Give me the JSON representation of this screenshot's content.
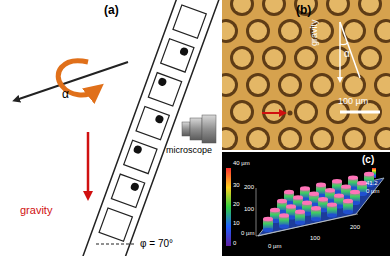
{
  "diagram": {
    "labels": [
      "(a)",
      "α",
      "gravity",
      "microscope",
      "φ = 70°",
      "(b)",
      "100 µm",
      "α",
      "gravity",
      "(c)",
      "40 µm",
      "30",
      "20",
      "10",
      "0",
      "41.2",
      "0 µm",
      "200",
      "100",
      "0 µm",
      "100",
      "200",
      "0 µm"
    ]
  }
}
